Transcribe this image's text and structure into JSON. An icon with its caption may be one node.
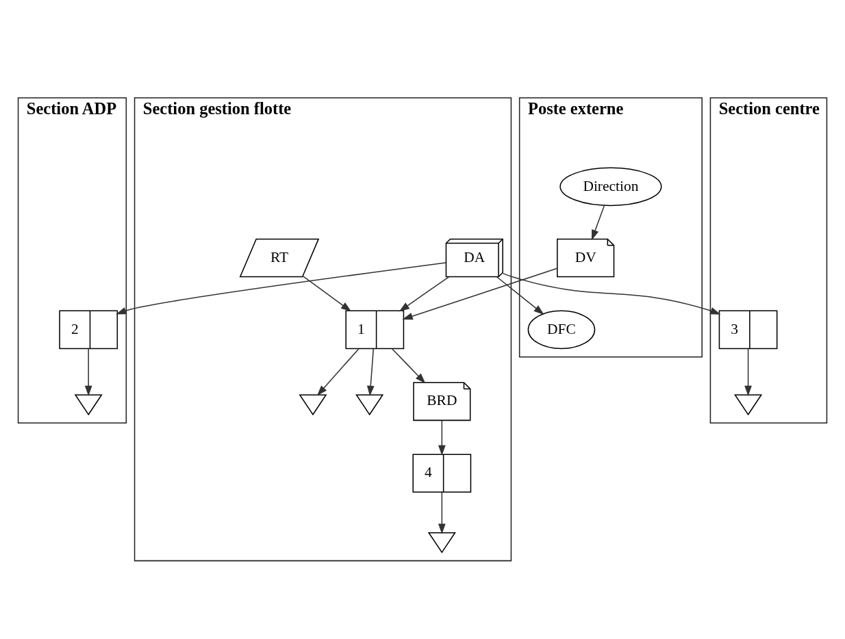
{
  "diagram": {
    "nodes": [
      {
        "text": [
          "Section ADP"
        ]
      },
      {
        "text": [
          "Section centre"
        ]
      },
      {
        "text": [
          "Section gestion flotte"
        ]
      },
      {
        "text": [
          "Poste externe"
        ]
      },
      {
        "text": [
          "Direction"
        ],
        "in": 3
      },
      {
        "text": [
          "DV"
        ],
        "in": 3
      },
      {
        "text": [
          "DA"
        ],
        "in": 2
      },
      {
        "text": [
          "RT"
        ],
        "in": 2
      },
      {
        "text": [
          "2"
        ],
        "in": 0
      },
      {
        "text": [
          "1"
        ],
        "in": 2
      },
      {
        "text": [],
        "shape": "hourglass",
        "in": 0
      },
      {
        "text": [],
        "shape": "hourglass",
        "in": 2
      },
      {
        "text": [],
        "shape": "hourglass",
        "in": 2
      },
      {
        "text": [
          "DFC"
        ],
        "in": 3
      },
      {
        "text": [
          "BRD"
        ],
        "in": 2
      },
      {
        "text": [
          "3"
        ],
        "in": 1
      },
      {
        "text": [
          "4"
        ],
        "in": 2
      },
      {
        "text": [],
        "shape": "hourglass",
        "in": 1
      },
      {
        "text": [],
        "shape": "hourglass",
        "in": 2
      }
    ],
    "edges": [
      {
        "from": 4,
        "to": 5,
        "arrow": "to"
      },
      {
        "from": 5,
        "to": 9,
        "arrow": "to"
      },
      {
        "from": 6,
        "to": 8,
        "arrow": "to"
      },
      {
        "from": 6,
        "to": 15,
        "arrow": "to"
      },
      {
        "from": 6,
        "to": 13,
        "arrow": "to"
      },
      {
        "from": 6,
        "to": 9,
        "arrow": "to"
      },
      {
        "from": 7,
        "to": 9,
        "arrow": "to"
      },
      {
        "from": 8,
        "to": 10,
        "arrow": "to"
      },
      {
        "from": 9,
        "to": 11,
        "arrow": "to"
      },
      {
        "from": 9,
        "to": 12,
        "arrow": "to"
      },
      {
        "from": 9,
        "to": 14,
        "arrow": "to"
      },
      {
        "from": 14,
        "to": 16,
        "arrow": "to"
      },
      {
        "from": 15,
        "to": 17,
        "arrow": "to"
      },
      {
        "from": 16,
        "to": 18,
        "arrow": "to"
      }
    ]
  }
}
